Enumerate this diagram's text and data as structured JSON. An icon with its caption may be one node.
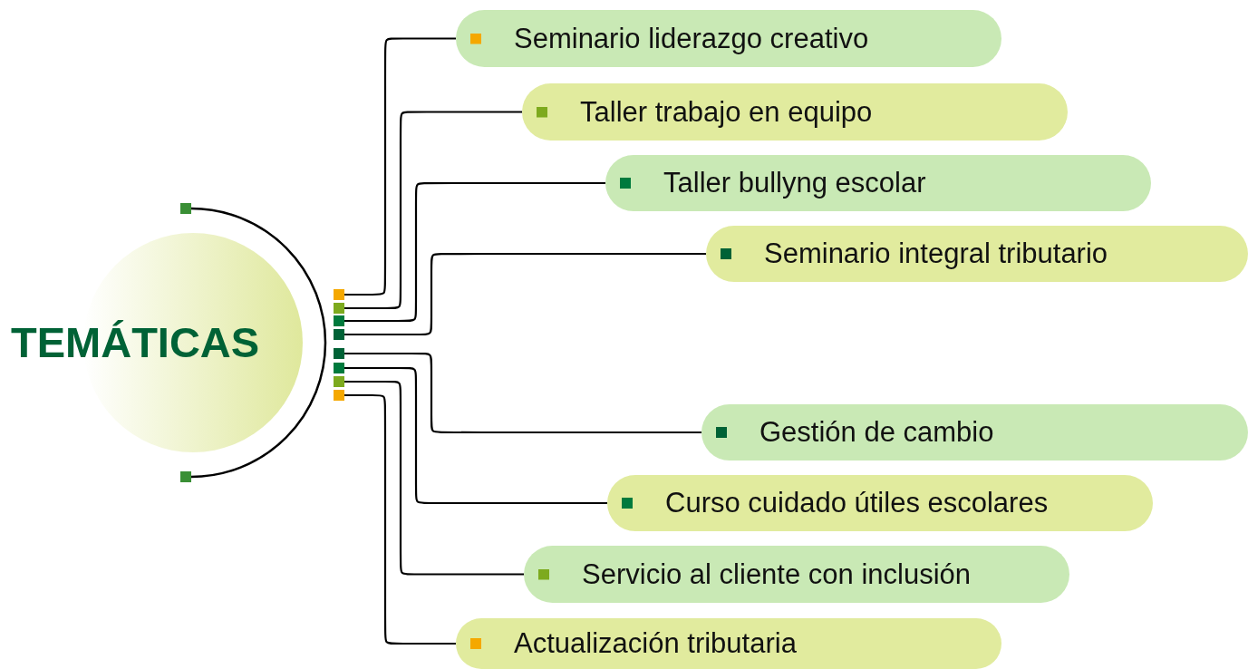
{
  "diagram": {
    "nodes": [
      {
        "text": [
          "TEMÁTICAS"
        ]
      },
      {
        "text": [
          "Seminario liderazgo creativo"
        ]
      },
      {
        "text": [
          "Taller trabajo en equipo"
        ]
      },
      {
        "text": [
          "Taller bullyng escolar"
        ]
      },
      {
        "text": [
          "Seminario integral tributario"
        ]
      },
      {
        "text": [
          "Gestión de cambio"
        ]
      },
      {
        "text": [
          "Curso cuidado útiles escolares"
        ]
      },
      {
        "text": [
          "Servicio al cliente con inclusión"
        ]
      },
      {
        "text": [
          "Actualización tributaria"
        ]
      }
    ],
    "edges": [
      {
        "from": 0,
        "to": 1,
        "arrow": "other"
      },
      {
        "from": 0,
        "to": 2,
        "arrow": "other"
      },
      {
        "from": 0,
        "to": 3,
        "arrow": "other"
      },
      {
        "from": 0,
        "to": 4,
        "arrow": "other"
      },
      {
        "from": 0,
        "to": 5,
        "arrow": "other"
      },
      {
        "from": 0,
        "to": 6,
        "arrow": "other"
      },
      {
        "from": 0,
        "to": 7,
        "arrow": "other"
      },
      {
        "from": 0,
        "to": 8,
        "arrow": "other"
      }
    ]
  }
}
